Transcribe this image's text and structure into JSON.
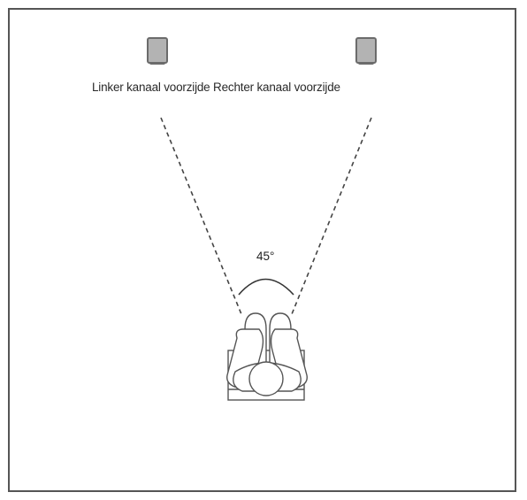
{
  "speakers": {
    "left_label": "Linker kanaal voorzijde",
    "right_label": "Rechter kanaal voorzijde"
  },
  "angle": {
    "label": "45°"
  },
  "colors": {
    "speaker_fill": "#b3b3b3",
    "speaker_edge": "#6b6b6b",
    "line": "#444444",
    "background": "#ffffff"
  }
}
